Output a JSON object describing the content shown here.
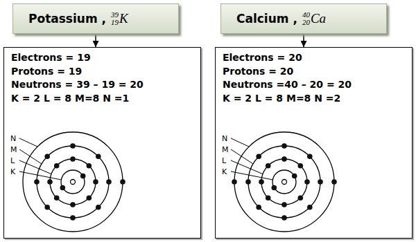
{
  "diagram": {
    "nodes": [
      {
        "text": [
          "Potassium ,",
          "39",
          "19",
          "K"
        ]
      },
      {
        "text": [
          "Calcium ,",
          "40",
          "20",
          "Ca"
        ]
      },
      {
        "text": [
          "Electrons = 19",
          "Protons = 19",
          "Neutrons = 39 – 19 = 20",
          "K = 2 L = 8 M=8 N =1"
        ]
      },
      {
        "text": [
          "Electrons = 20",
          "Protons = 20",
          "Neutrons =40 – 20 = 20",
          "K = 2 L = 8 M=8 N =2"
        ]
      }
    ],
    "edges": [
      {
        "from": 0,
        "to": 2,
        "arrow": "to"
      },
      {
        "from": 1,
        "to": 3,
        "arrow": "to"
      }
    ],
    "labels": [
      "N",
      "M",
      "L",
      "K",
      "N",
      "M",
      "L",
      "K"
    ]
  }
}
